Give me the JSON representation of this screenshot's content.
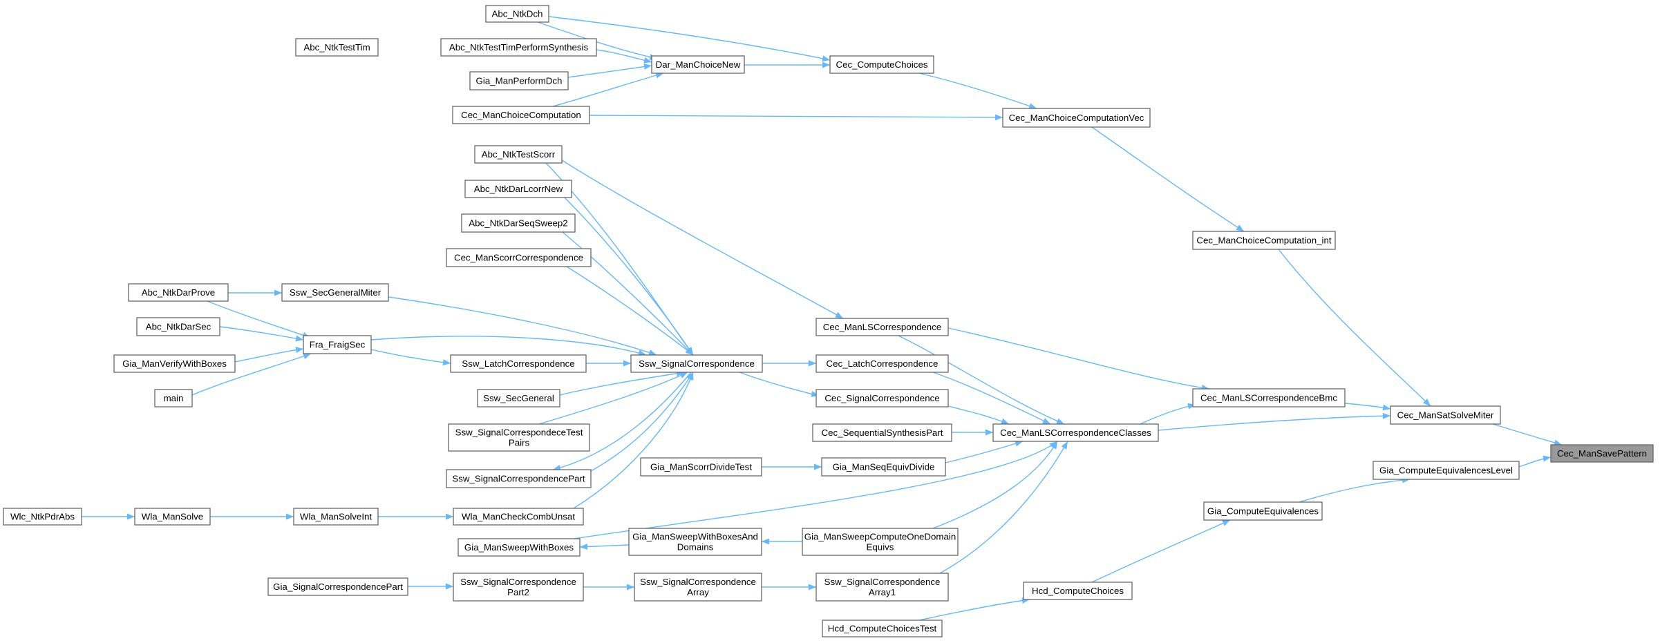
{
  "graph": {
    "title": "",
    "colors": {
      "edge": "#63b8ff",
      "node_border": "#666666",
      "node_fill": "#ffffff",
      "current_node_fill": "#999999",
      "text": "#000000",
      "background": "#ffffff"
    },
    "current_node": "Cec_ManSavePattern",
    "nodes": [
      {
        "id": "n1",
        "lines": [
          "Abc_NtkDch"
        ]
      },
      {
        "id": "n2",
        "lines": [
          "Abc_NtkTestTim"
        ]
      },
      {
        "id": "n3",
        "lines": [
          "Abc_NtkTestTimPerformSynthesis"
        ]
      },
      {
        "id": "n4",
        "lines": [
          "Dar_ManChoiceNew"
        ]
      },
      {
        "id": "n5",
        "lines": [
          "Cec_ComputeChoices"
        ]
      },
      {
        "id": "n6",
        "lines": [
          "Gia_ManPerformDch"
        ]
      },
      {
        "id": "n7",
        "lines": [
          "Cec_ManChoiceComputation"
        ]
      },
      {
        "id": "n8",
        "lines": [
          "Cec_ManChoiceComputationVec"
        ]
      },
      {
        "id": "n9",
        "lines": [
          "Abc_NtkTestScorr"
        ]
      },
      {
        "id": "n10",
        "lines": [
          "Abc_NtkDarLcorrNew"
        ]
      },
      {
        "id": "n11",
        "lines": [
          "Abc_NtkDarSeqSweep2"
        ]
      },
      {
        "id": "n12",
        "lines": [
          "Cec_ManScorrCorrespondence"
        ]
      },
      {
        "id": "n13",
        "lines": [
          "Cec_ManChoiceComputation_int"
        ]
      },
      {
        "id": "n14",
        "lines": [
          "Abc_NtkDarProve"
        ]
      },
      {
        "id": "n15",
        "lines": [
          "Ssw_SecGeneralMiter"
        ]
      },
      {
        "id": "n16",
        "lines": [
          "Abc_NtkDarSec"
        ]
      },
      {
        "id": "n17",
        "lines": [
          "Fra_FraigSec"
        ]
      },
      {
        "id": "n18",
        "lines": [
          "Gia_ManVerifyWithBoxes"
        ]
      },
      {
        "id": "n19",
        "lines": [
          "main"
        ]
      },
      {
        "id": "n20",
        "lines": [
          "Ssw_LatchCorrespondence"
        ]
      },
      {
        "id": "n21",
        "lines": [
          "Ssw_SignalCorrespondence"
        ]
      },
      {
        "id": "n22",
        "lines": [
          "Cec_ManLSCorrespondence"
        ]
      },
      {
        "id": "n23",
        "lines": [
          "Cec_LatchCorrespondence"
        ]
      },
      {
        "id": "n24",
        "lines": [
          "Ssw_SecGeneral"
        ]
      },
      {
        "id": "n25",
        "lines": [
          "Cec_SignalCorrespondence"
        ]
      },
      {
        "id": "n26",
        "lines": [
          "Cec_ManLSCorrespondenceBmc"
        ]
      },
      {
        "id": "n27",
        "lines": [
          "Cec_ManSatSolveMiter"
        ]
      },
      {
        "id": "n28",
        "lines": [
          "Cec_SequentialSynthesisPart"
        ]
      },
      {
        "id": "n29",
        "lines": [
          "Cec_ManLSCorrespondenceClasses"
        ]
      },
      {
        "id": "n30",
        "lines": [
          "Cec_ManSavePattern"
        ]
      },
      {
        "id": "n31",
        "lines": [
          "Ssw_SignalCorrespondeceTest",
          "Pairs"
        ]
      },
      {
        "id": "n32",
        "lines": [
          "Gia_ManScorrDivideTest"
        ]
      },
      {
        "id": "n33",
        "lines": [
          "Gia_ManSeqEquivDivide"
        ]
      },
      {
        "id": "n34",
        "lines": [
          "Gia_ComputeEquivalencesLevel"
        ]
      },
      {
        "id": "n35",
        "lines": [
          "Ssw_SignalCorrespondencePart"
        ]
      },
      {
        "id": "n36",
        "lines": [
          "Gia_ComputeEquivalences"
        ]
      },
      {
        "id": "n37",
        "lines": [
          "Wlc_NtkPdrAbs"
        ]
      },
      {
        "id": "n38",
        "lines": [
          "Wla_ManSolve"
        ]
      },
      {
        "id": "n39",
        "lines": [
          "Wla_ManSolveInt"
        ]
      },
      {
        "id": "n40",
        "lines": [
          "Wla_ManCheckCombUnsat"
        ]
      },
      {
        "id": "n41",
        "lines": [
          "Gia_ManSweepWithBoxes"
        ]
      },
      {
        "id": "n42",
        "lines": [
          "Gia_ManSweepWithBoxesAnd",
          "Domains"
        ]
      },
      {
        "id": "n43",
        "lines": [
          "Gia_ManSweepComputeOneDomain",
          "Equivs"
        ]
      },
      {
        "id": "n44",
        "lines": [
          "Gia_SignalCorrespondencePart"
        ]
      },
      {
        "id": "n45",
        "lines": [
          "Ssw_SignalCorrespondence",
          "Part2"
        ]
      },
      {
        "id": "n46",
        "lines": [
          "Ssw_SignalCorrespondence",
          "Array"
        ]
      },
      {
        "id": "n47",
        "lines": [
          "Ssw_SignalCorrespondence",
          "Array1"
        ]
      },
      {
        "id": "n48",
        "lines": [
          "Hcd_ComputeChoices"
        ]
      },
      {
        "id": "n49",
        "lines": [
          "Hcd_ComputeChoicesTest"
        ]
      }
    ]
  }
}
